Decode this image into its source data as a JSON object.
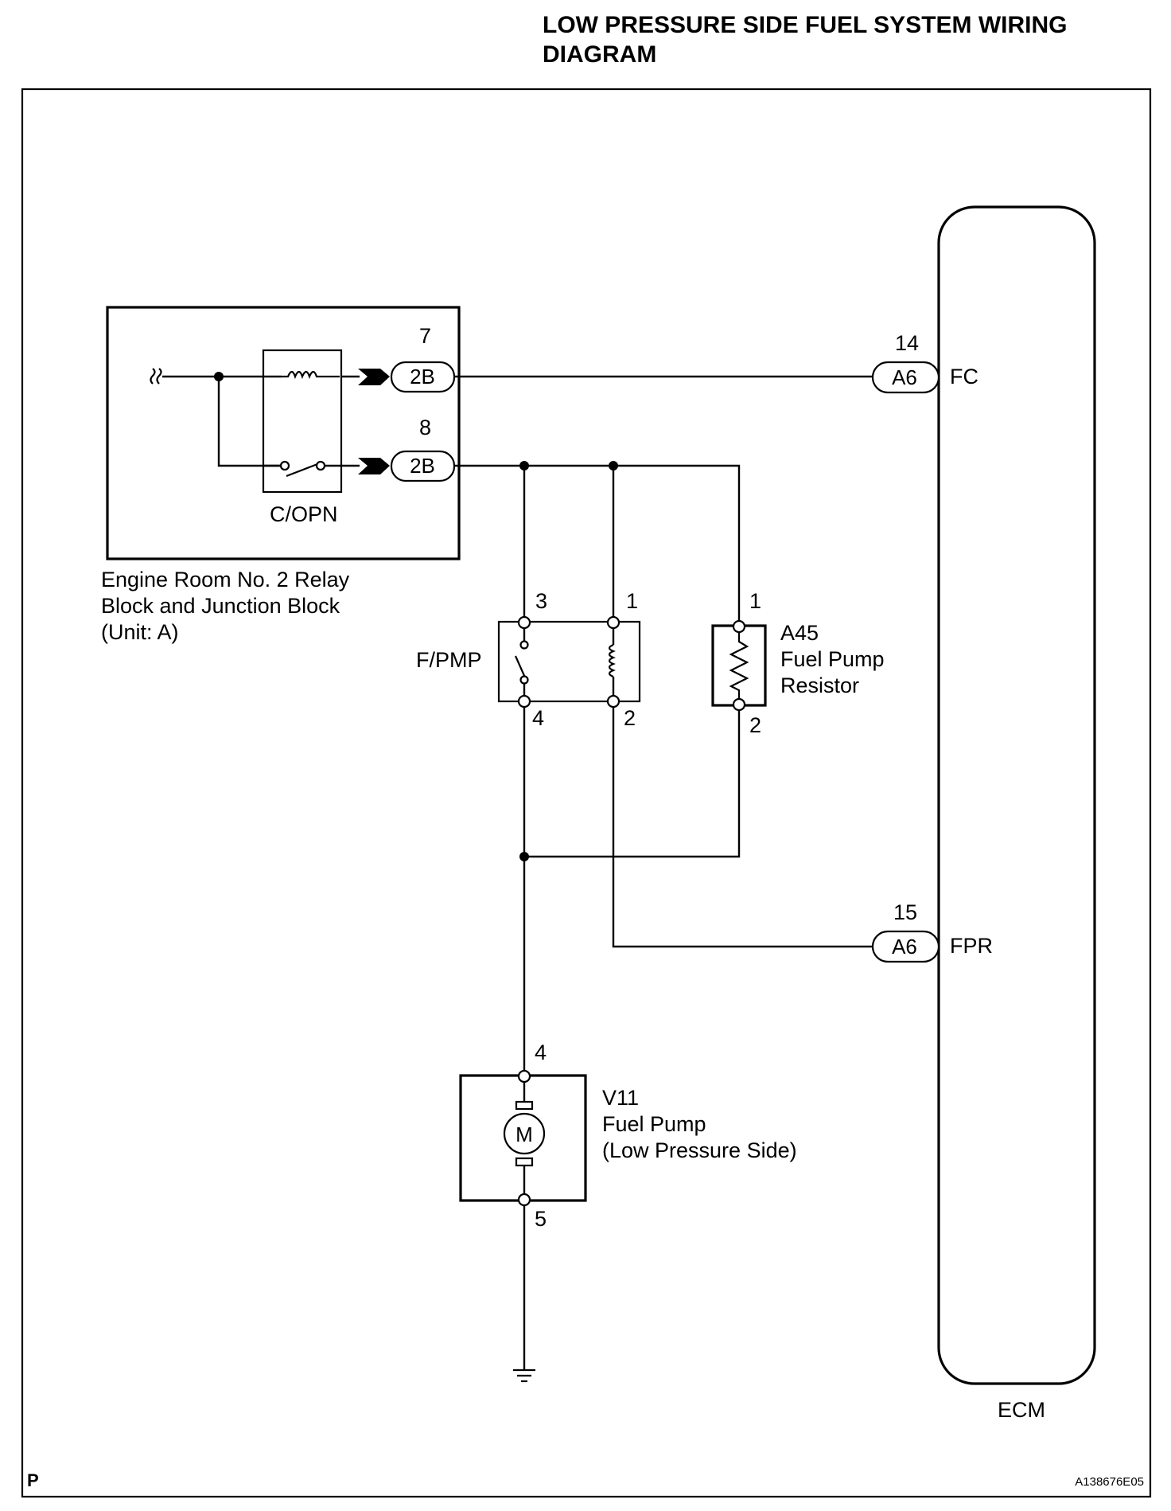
{
  "title": {
    "line1": "LOW PRESSURE SIDE FUEL SYSTEM WIRING",
    "line2": "DIAGRAM"
  },
  "relay_block": {
    "relay_name": "C/OPN",
    "label_line1": "Engine Room No. 2 Relay",
    "label_line2": "Block and Junction Block",
    "label_line3": "(Unit: A)",
    "connector_top": {
      "code": "2B",
      "pin": "7"
    },
    "connector_bottom": {
      "code": "2B",
      "pin": "8"
    }
  },
  "fpmp_relay": {
    "name": "F/PMP",
    "pin_3": "3",
    "pin_1": "1",
    "pin_4": "4",
    "pin_2": "2"
  },
  "resistor": {
    "code": "A45",
    "name_line1": "Fuel Pump",
    "name_line2": "Resistor",
    "pin_1": "1",
    "pin_2": "2"
  },
  "fuel_pump": {
    "code": "V11",
    "name_line1": "Fuel Pump",
    "name_line2": "(Low Pressure Side)",
    "motor_symbol": "M",
    "pin_top": "4",
    "pin_bottom": "5"
  },
  "ecm": {
    "name": "ECM",
    "terminal_fc": {
      "connector": "A6",
      "pin": "14",
      "signal": "FC"
    },
    "terminal_fpr": {
      "connector": "A6",
      "pin": "15",
      "signal": "FPR"
    }
  },
  "footer": {
    "corner_mark": "P",
    "figure_id": "A138676E05"
  }
}
